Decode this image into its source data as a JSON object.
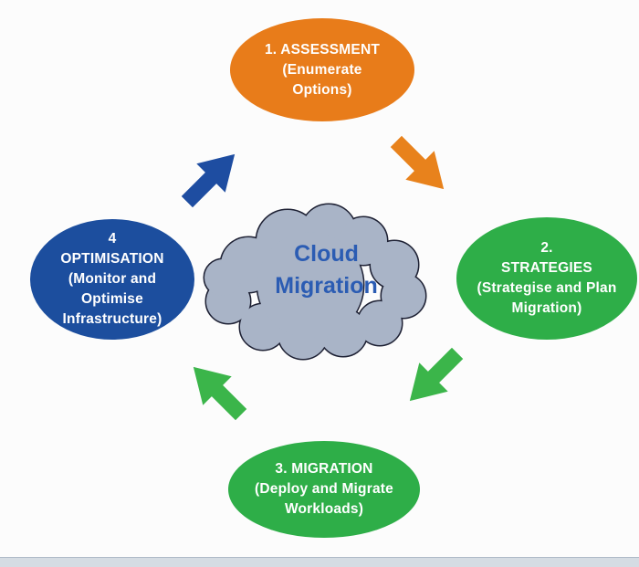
{
  "background": "#FCFCFC",
  "center_cloud": {
    "lines": [
      "Cloud",
      "Migration"
    ],
    "fill": "#A9B4C7",
    "outline": "#1E2134",
    "text_color": "#2B5CB3"
  },
  "nodes": {
    "assessment": {
      "lines": [
        "1. ASSESSMENT",
        "(Enumerate",
        "Options)"
      ],
      "color": "#E87C1A",
      "text_color": "#FFFFFF"
    },
    "strategies": {
      "lines": [
        "2.",
        "STRATEGIES",
        "(Strategise and Plan",
        "Migration)"
      ],
      "color": "#2EAE48",
      "text_color": "#FFFFFF"
    },
    "migration": {
      "lines": [
        "3. MIGRATION",
        "(Deploy and Migrate",
        "Workloads)"
      ],
      "color": "#2EAE48",
      "text_color": "#FFFFFF"
    },
    "optimisation": {
      "lines": [
        "4",
        "OPTIMISATION",
        "(Monitor and",
        "Optimise",
        "Infrastructure)"
      ],
      "color": "#1C4E9E",
      "text_color": "#FFFFFF"
    }
  },
  "arrows": {
    "optimisation_to_assessment": {
      "direction": "up-right",
      "color": "#1E4DA1"
    },
    "assessment_to_strategies": {
      "direction": "down-right",
      "color": "#E8821C"
    },
    "strategies_to_migration": {
      "direction": "down-left",
      "color": "#3BB54A"
    },
    "migration_to_optimisation": {
      "direction": "up-left",
      "color": "#3BB54A"
    }
  },
  "bottom_bar_color": "#D5DCE3"
}
